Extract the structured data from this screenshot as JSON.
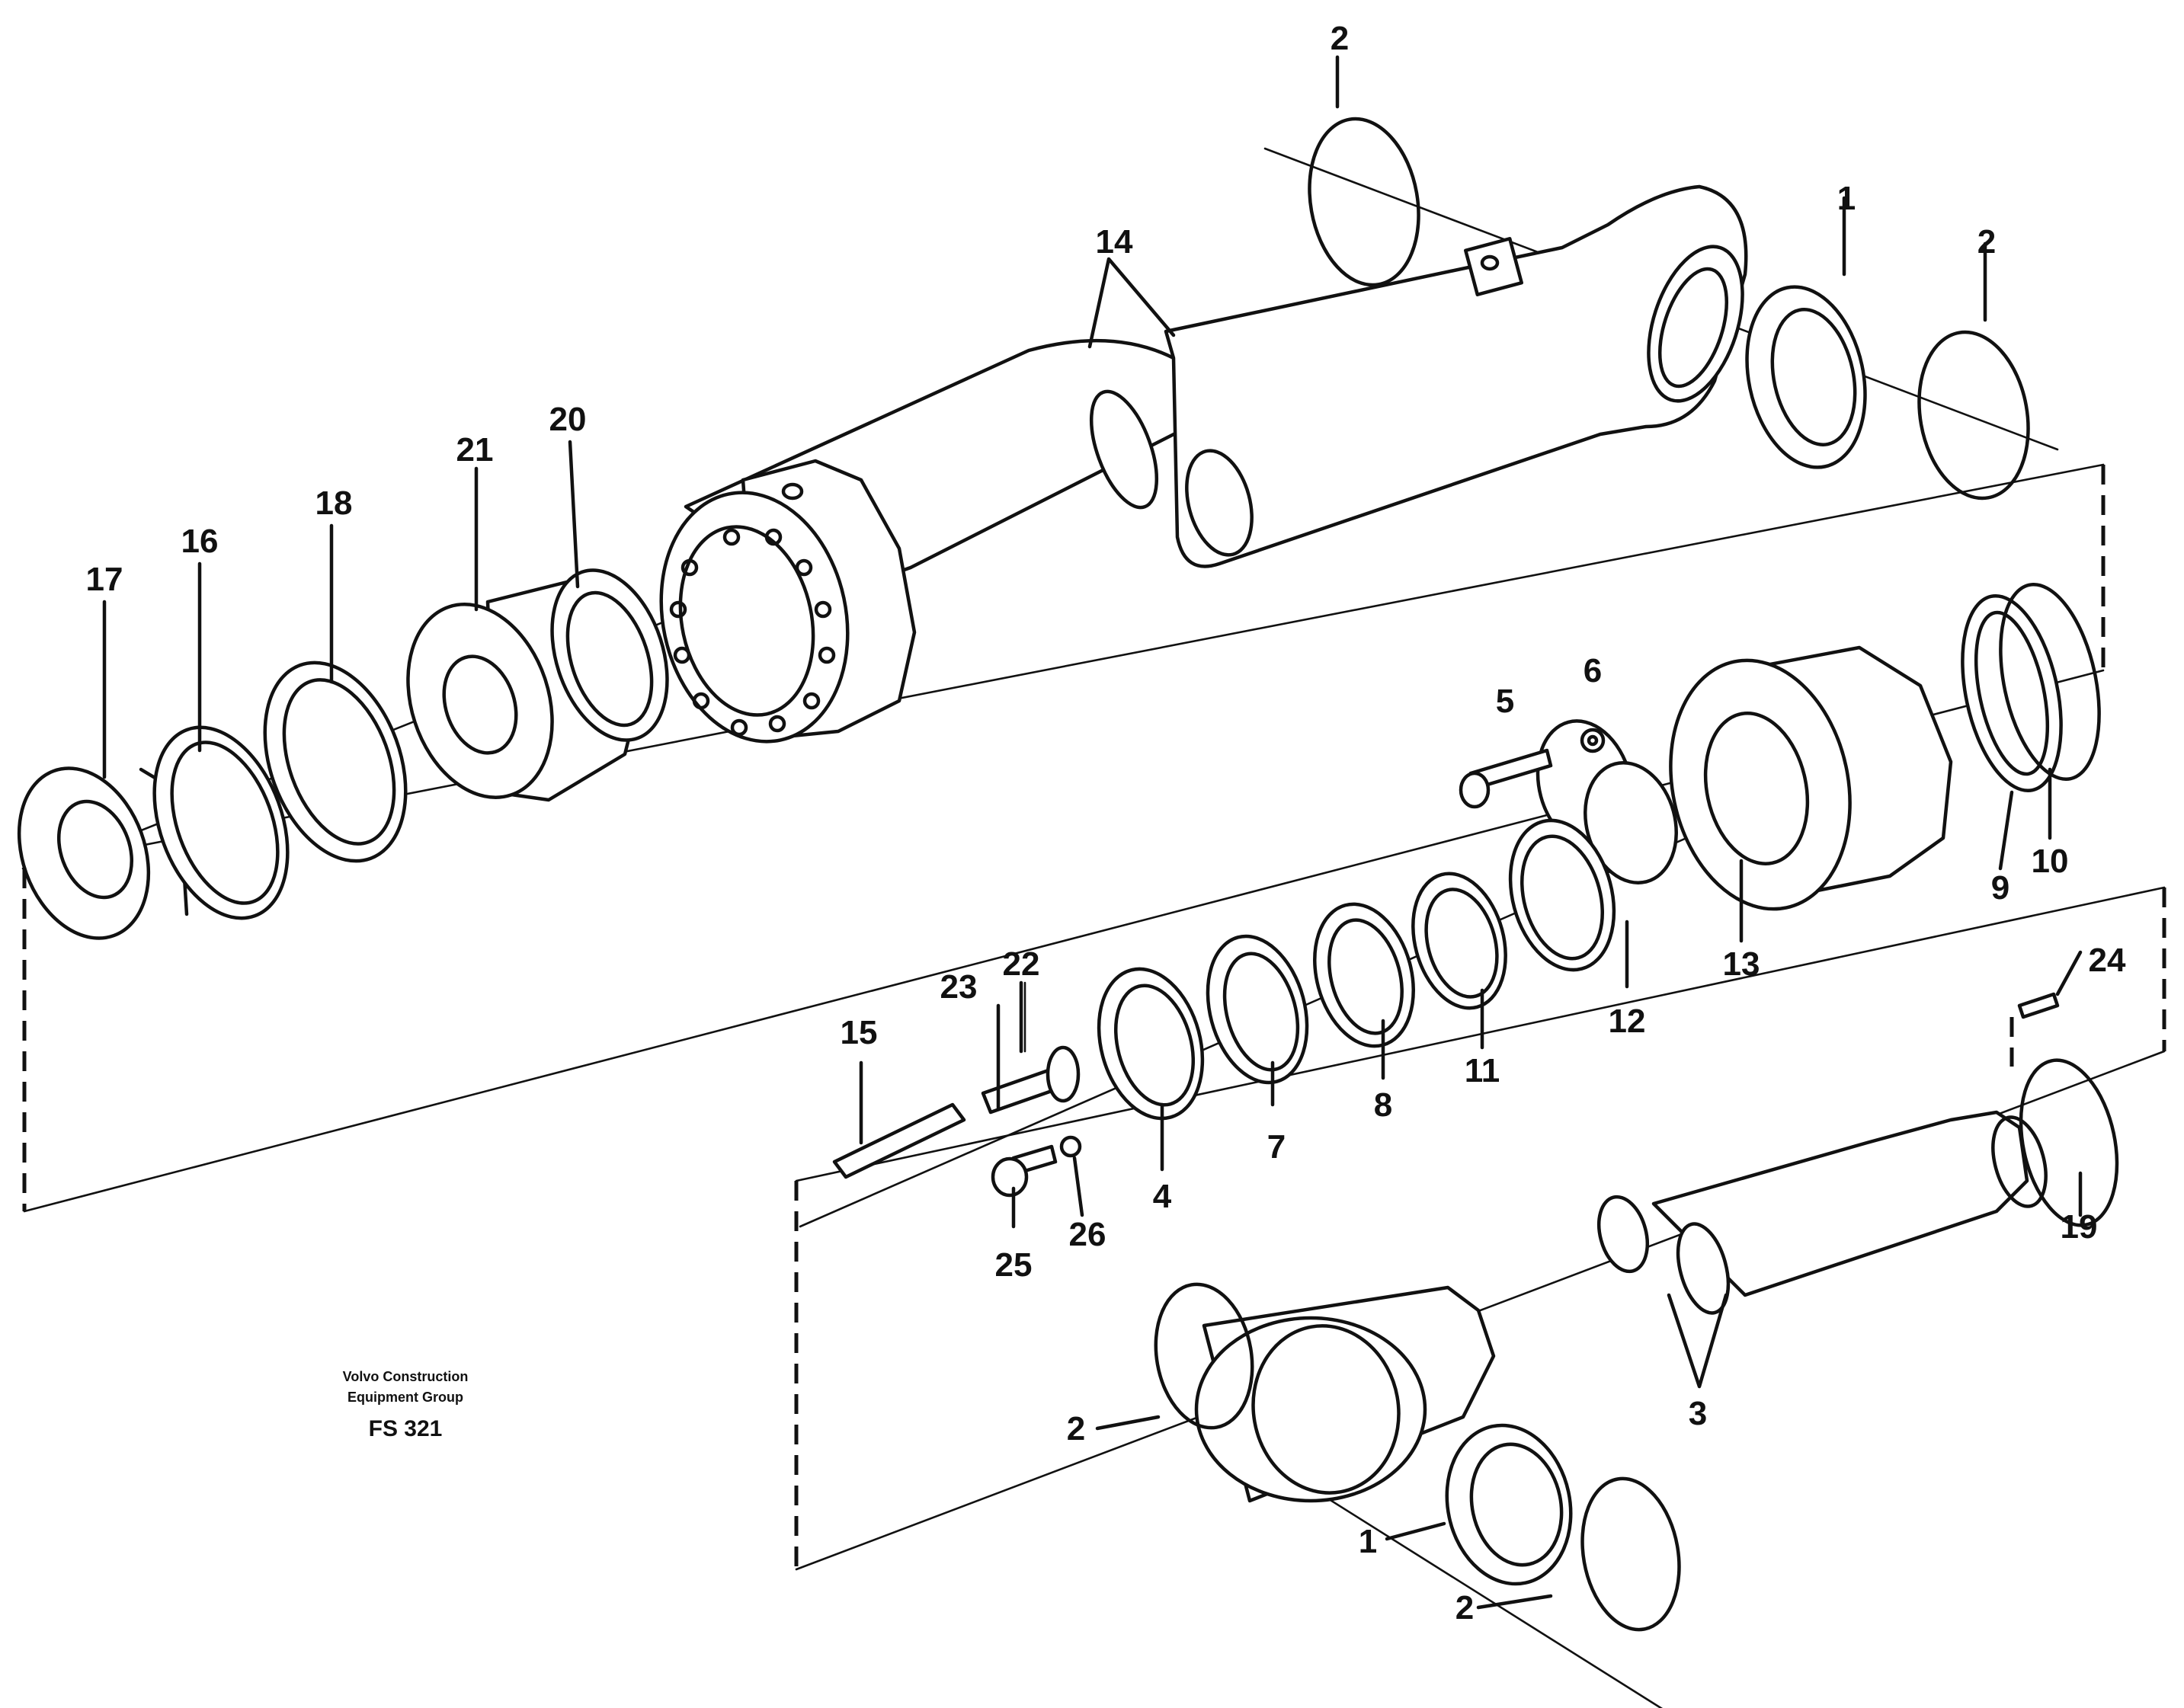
{
  "caption": {
    "line1": "Volvo Construction",
    "line2": "Equipment Group",
    "code": "FS 321"
  },
  "labels": {
    "p1a": "1",
    "p1b": "1",
    "p2a": "2",
    "p2b": "2",
    "p2c": "2",
    "p2d": "2",
    "p3": "3",
    "p4": "4",
    "p5": "5",
    "p6": "6",
    "p7": "7",
    "p8": "8",
    "p9": "9",
    "p10": "10",
    "p11": "11",
    "p12": "12",
    "p13": "13",
    "p14": "14",
    "p15": "15",
    "p16": "16",
    "p17": "17",
    "p18": "18",
    "p19": "19",
    "p20": "20",
    "p21": "21",
    "p22": "22",
    "p23": "23",
    "p24": "24",
    "p25": "25",
    "p26": "26"
  }
}
